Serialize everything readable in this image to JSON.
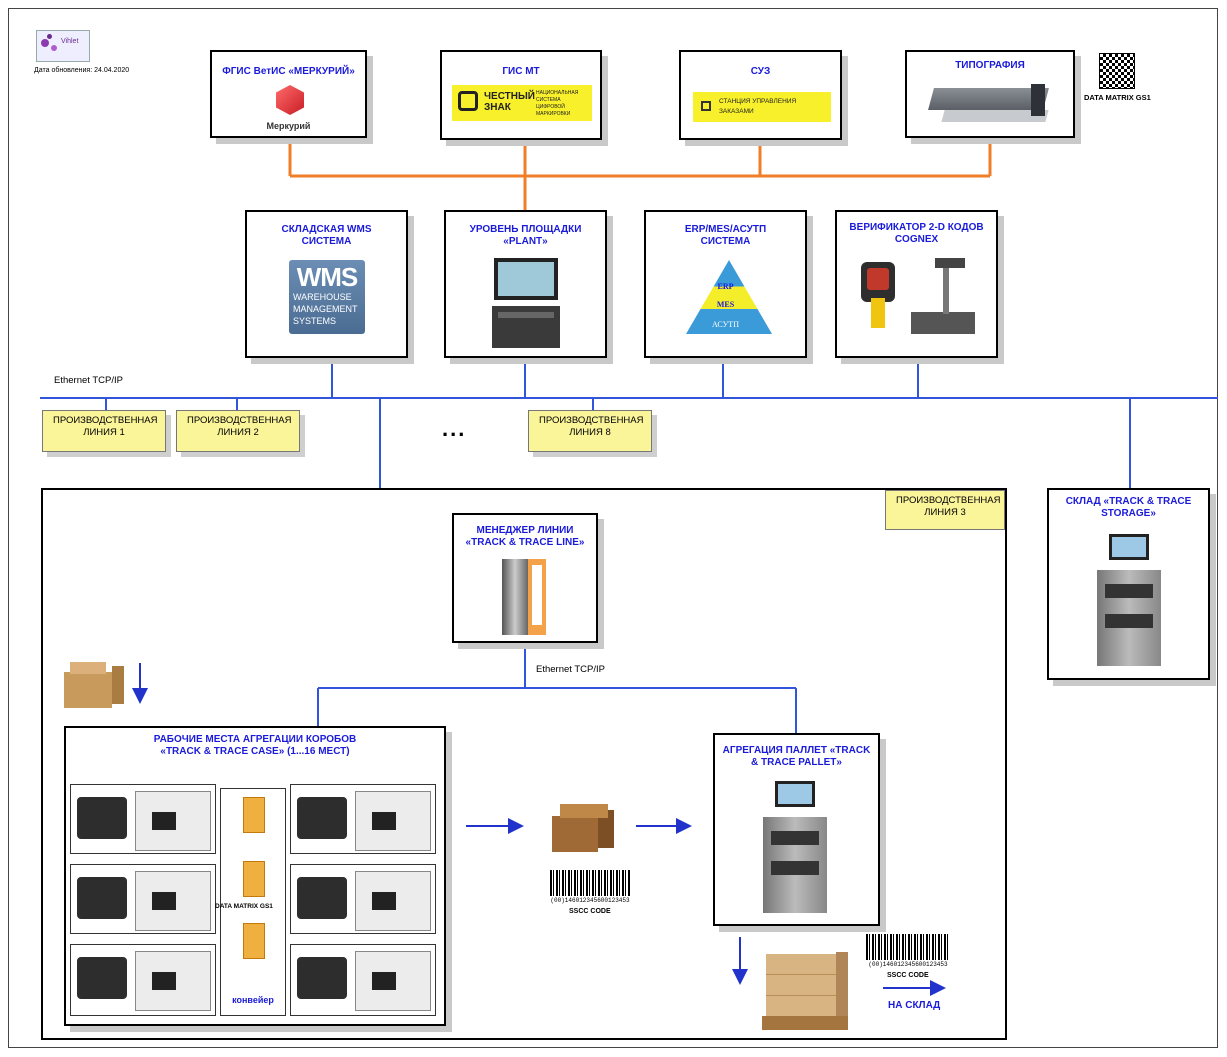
{
  "header": {
    "logo_text": "Vihlet",
    "update_date": "Дата обновления: 24.04.2020",
    "datamatrix_label": "DATA MATRIX GS1"
  },
  "top_systems": [
    {
      "title": "ФГИС ВетИС «МЕРКУРИЙ»",
      "caption": "Меркурий"
    },
    {
      "title": "ГИС МТ",
      "logo_main": "ЧЕСТНЫЙ ЗНАК",
      "logo_sub": "НАЦИОНАЛЬНАЯ СИСТЕМА ЦИФРОВОЙ МАРКИРОВКИ"
    },
    {
      "title": "СУЗ",
      "logo_text": "СТАНЦИЯ УПРАВЛЕНИЯ ЗАКАЗАМИ"
    },
    {
      "title": "ТИПОГРАФИЯ"
    }
  ],
  "mid_systems": [
    {
      "title": "СКЛАДСКАЯ WMS СИСТЕМА",
      "logo_big": "WMS",
      "logo_lines": [
        "WAREHOUSE",
        "MANAGEMENT",
        "SYSTEMS"
      ]
    },
    {
      "title": "УРОВЕНЬ ПЛОЩАДКИ «PLANT»"
    },
    {
      "title": "ERP/MES/АСУТП СИСТЕМА",
      "levels": [
        "ERP",
        "MES",
        "АСУТП"
      ]
    },
    {
      "title": "ВЕРИФИКАТОР 2-D КОДОВ COGNEX"
    }
  ],
  "network": {
    "ethernet_main": "Ethernet TCP/IP",
    "ethernet_line": "Ethernet TCP/IP",
    "ellipsis": "..."
  },
  "lines": [
    {
      "label": "ПРОИЗВОДСТВЕННАЯ ЛИНИЯ 1"
    },
    {
      "label": "ПРОИЗВОДСТВЕННАЯ ЛИНИЯ 2"
    },
    {
      "label": "ПРОИЗВОДСТВЕННАЯ ЛИНИЯ 8"
    },
    {
      "label": "ПРОИЗВОДСТВЕННАЯ ЛИНИЯ 3"
    }
  ],
  "storage": {
    "title": "СКЛАД «TRACK & TRACE STORAGE»"
  },
  "line_manager": {
    "title": "МЕНЕДЖЕР ЛИНИИ «TRACK & TRACE LINE»"
  },
  "case_station": {
    "title": "РАБОЧИЕ МЕСТА АГРЕГАЦИИ КОРОБОВ «TRACK & TRACE CASE» (1...16 МЕСТ)"
  },
  "conveyor": {
    "dm_label": "DATA MATRIX GS1",
    "label": "конвейер"
  },
  "pallet": {
    "title": "АГРЕГАЦИЯ ПАЛЛЕТ «TRACK & TRACE PALLET»"
  },
  "sscc": {
    "barcode_number": "(00)146012345600123453",
    "caption": "SSCC CODE",
    "barcode_number_2": "(00)146012345600123453",
    "caption_2": "SSCC CODE",
    "to_storage": "НА СКЛАД"
  },
  "colors": {
    "title_blue": "#1a1adb",
    "bus_blue": "#3355dd",
    "orange": "#f07d28",
    "label_yellow": "#fbf59a"
  }
}
